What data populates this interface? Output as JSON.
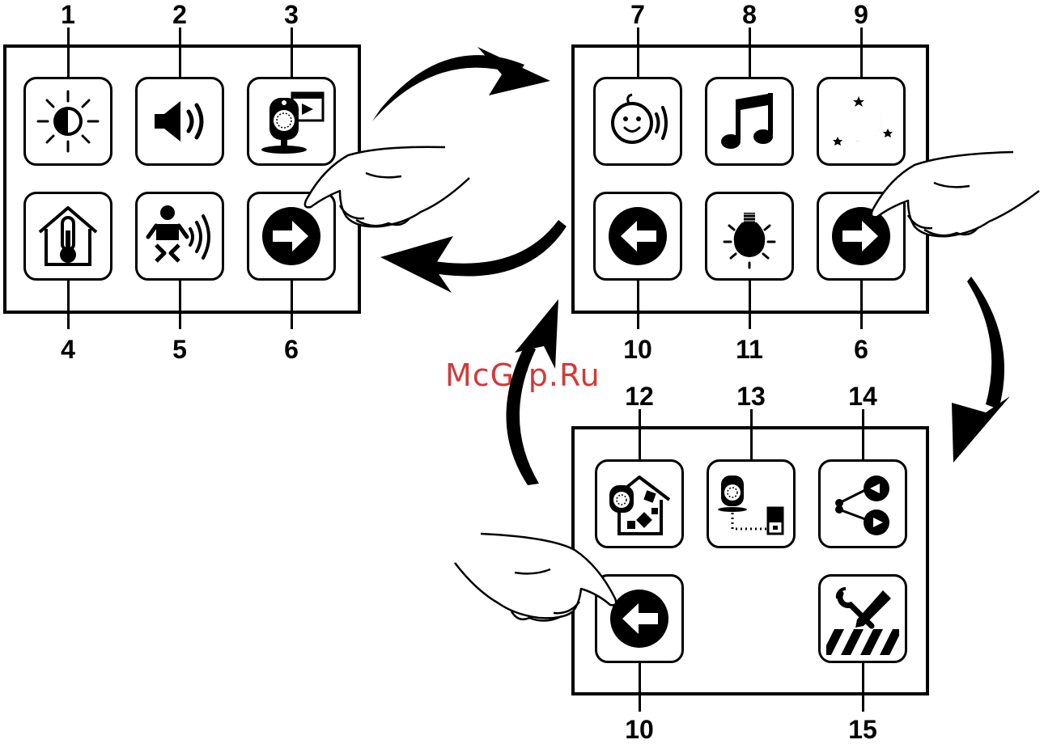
{
  "screens": [
    {
      "id": "screen-1",
      "buttons": [
        {
          "number": "1",
          "icon": "brightness-icon"
        },
        {
          "number": "2",
          "icon": "volume-icon"
        },
        {
          "number": "3",
          "icon": "camera-video-icon"
        },
        {
          "number": "4",
          "icon": "room-temperature-icon"
        },
        {
          "number": "5",
          "icon": "baby-sound-icon"
        },
        {
          "number": "6",
          "icon": "arrow-right-icon"
        }
      ]
    },
    {
      "id": "screen-2",
      "buttons": [
        {
          "number": "7",
          "icon": "talk-back-icon"
        },
        {
          "number": "8",
          "icon": "lullaby-music-icon"
        },
        {
          "number": "9",
          "icon": "night-mode-icon"
        },
        {
          "number": "10",
          "icon": "arrow-left-icon"
        },
        {
          "number": "11",
          "icon": "night-light-icon"
        },
        {
          "number": "6",
          "icon": "arrow-right-icon"
        }
      ]
    },
    {
      "id": "screen-3",
      "buttons": [
        {
          "number": "12",
          "icon": "camera-room-icon"
        },
        {
          "number": "13",
          "icon": "camera-pairing-icon"
        },
        {
          "number": "14",
          "icon": "zoom-icon"
        },
        {
          "number": "10",
          "icon": "arrow-left-icon"
        },
        {
          "number": "15",
          "icon": "settings-tools-icon"
        }
      ]
    }
  ],
  "watermark": "McGrp.Ru",
  "colors": {
    "ink": "#000000",
    "background": "#ffffff",
    "watermark": "#d23a3a"
  }
}
